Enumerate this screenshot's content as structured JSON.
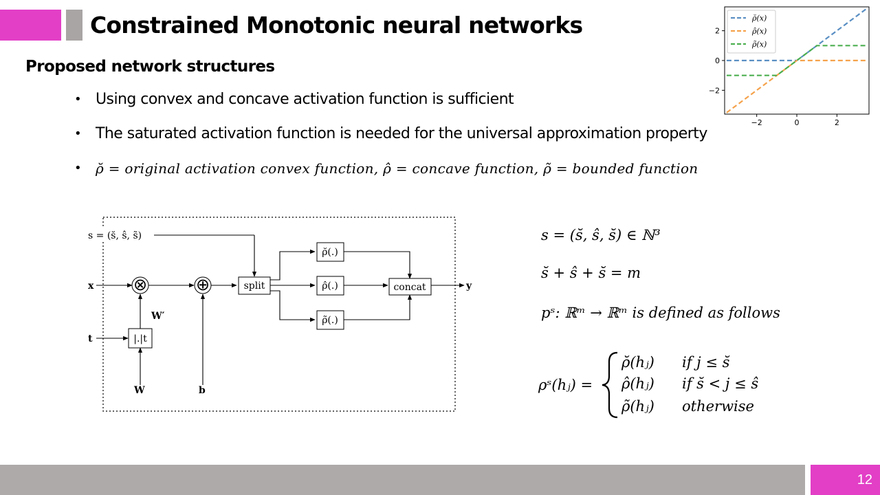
{
  "slide": {
    "title": "Constrained Monotonic neural networks",
    "subtitle": "Proposed network structures",
    "bullets": [
      "Using convex and concave activation function is sufficient",
      "The saturated activation function is needed for the universal approximation property",
      "ρ̆ = original activation convex function, ρ̂ = concave function, ρ̃ = bounded function"
    ],
    "page_number": "12",
    "accent_color": "#e23fc6",
    "footer_color": "#aeaaaa"
  },
  "chart_data": {
    "type": "line",
    "xlim": [
      -3.6,
      3.6
    ],
    "ylim": [
      -3.6,
      3.6
    ],
    "xticks": [
      "−2",
      "0",
      "2"
    ],
    "yticks": [
      "2",
      "0",
      "−2"
    ],
    "legend_position": "top-left",
    "series": [
      {
        "name": "ρ̆(x)",
        "color": "#5a8fc3",
        "x": [
          -3.5,
          0,
          3.5
        ],
        "y": [
          0,
          0,
          3.5
        ]
      },
      {
        "name": "ρ̂(x)",
        "color": "#f5a24b",
        "x": [
          -3.5,
          0,
          3.5
        ],
        "y": [
          -3.5,
          0,
          0
        ]
      },
      {
        "name": "ρ̃(x)",
        "color": "#4caf50",
        "x": [
          -3.5,
          -1,
          1,
          3.5
        ],
        "y": [
          -1,
          -1,
          1,
          1
        ]
      }
    ]
  },
  "diagram": {
    "input_s": "s = (s̆, ŝ, s̃)",
    "input_x": "x",
    "input_t": "t",
    "label_w_prime": "W′",
    "label_w": "W",
    "label_b": "b",
    "abs_box": "|.|t",
    "split_box": "split",
    "rho_convex": "ρ̆(.)",
    "rho_concave": "ρ̂(.)",
    "rho_bounded": "ρ̃(.)",
    "concat_box": "concat",
    "output_y": "y",
    "multiply_symbol": "⊗",
    "add_symbol": "⊕"
  },
  "equations": {
    "eq1": "s = (s̆, ŝ, s̆) ∈ ℕ³",
    "eq2": "s̆ + ŝ + s̆ = m",
    "eq3": "pˢ: ℝᵐ → ℝᵐ is defined as follows",
    "piecewise_lhs": "ρˢ(hⱼ) =",
    "case1_fn": "ρ̆(hⱼ)",
    "case1_cond": "if j ≤ s̆",
    "case2_fn": "ρ̂(hⱼ)",
    "case2_cond": "if s̆ < j ≤ ŝ",
    "case3_fn": "ρ̃(hⱼ)",
    "case3_cond": "otherwise"
  }
}
